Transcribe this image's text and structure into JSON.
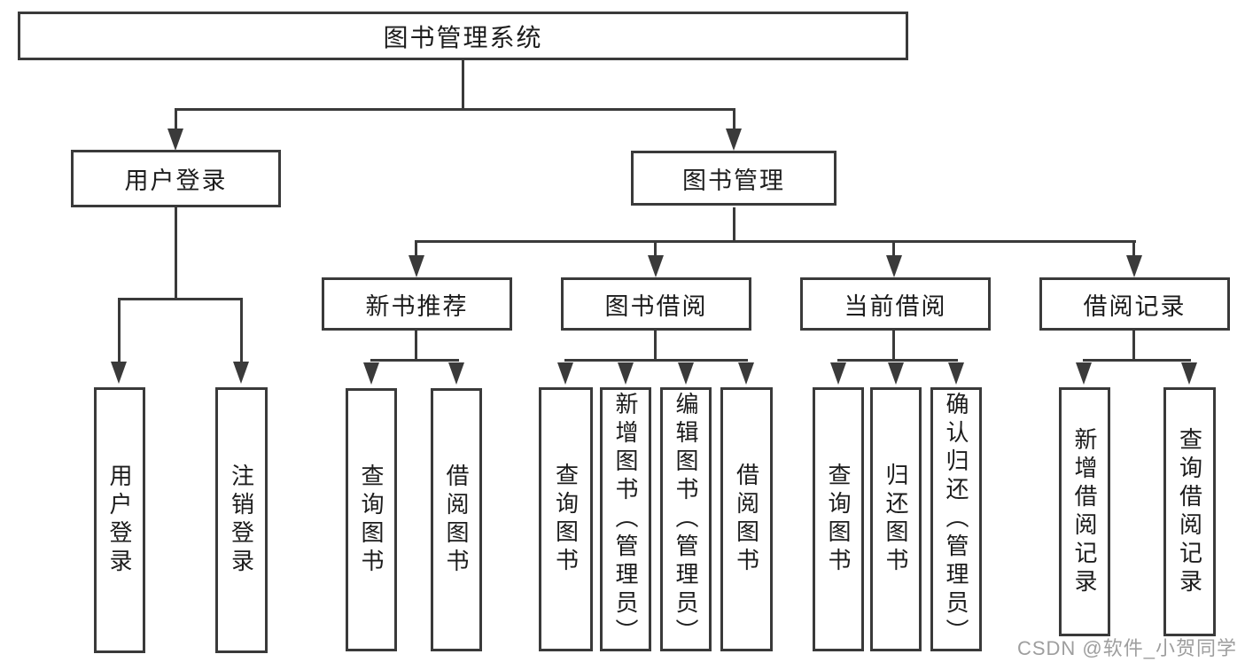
{
  "tree": {
    "label": "图书管理系统",
    "children": [
      {
        "label": "用户登录",
        "children": [
          {
            "label": "用户登录"
          },
          {
            "label": "注销登录"
          }
        ]
      },
      {
        "label": "图书管理",
        "children": [
          {
            "label": "新书推荐",
            "children": [
              {
                "label": "查询图书"
              },
              {
                "label": "借阅图书"
              }
            ]
          },
          {
            "label": "图书借阅",
            "children": [
              {
                "label": "查询图书"
              },
              {
                "label": "新增图书（管理员）"
              },
              {
                "label": "编辑图书（管理员）"
              },
              {
                "label": "借阅图书"
              }
            ]
          },
          {
            "label": "当前借阅",
            "children": [
              {
                "label": "查询图书"
              },
              {
                "label": "归还图书"
              },
              {
                "label": "确认归还（管理员）"
              }
            ]
          },
          {
            "label": "借阅记录",
            "children": [
              {
                "label": "新增借阅记录"
              },
              {
                "label": "查询借阅记录"
              }
            ]
          }
        ]
      }
    ]
  },
  "watermark": {
    "text": "CSDN @软件_小贺同学",
    "color": "#9e9e9e"
  },
  "colors": {
    "line": "#3a3a3a",
    "box_background": "#ffffff",
    "text": "#1c1c1c"
  }
}
